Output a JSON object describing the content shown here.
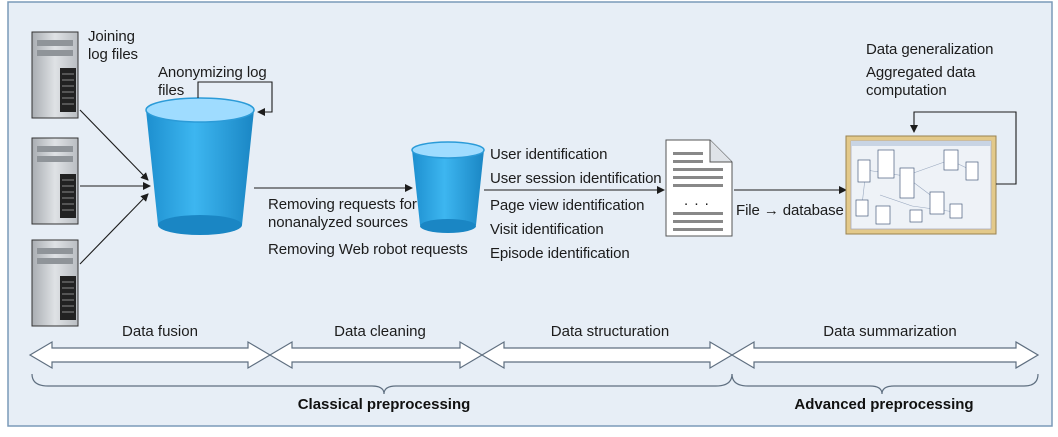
{
  "colors": {
    "background": "#e7eef6",
    "border": "#7a9ab8",
    "bucket": "#29a5e6",
    "bucket_rim": "#9fdcff",
    "server_body": "#cfd2d6",
    "arrow_fill": "#ffffff",
    "text": "#1c1c1c"
  },
  "labels": {
    "joining": [
      "Joining",
      "log files"
    ],
    "anonymizing": [
      "Anonymizing log",
      "files"
    ],
    "removing_requests": [
      "Removing requests for",
      "nonanalyzed sources"
    ],
    "removing_robots": "Removing Web robot requests",
    "structuring_steps": [
      "User identification",
      "User session identification",
      "Page view identification",
      "Visit identification",
      "Episode identification"
    ],
    "document_dots": ". . .",
    "file_to_database": "File → database",
    "generalization": [
      "Data generalization",
      "Aggregated data",
      "computation"
    ]
  },
  "phases": [
    "Data fusion",
    "Data cleaning",
    "Data structuration",
    "Data summarization"
  ],
  "groups": [
    "Classical preprocessing",
    "Advanced preprocessing"
  ],
  "icons": [
    "server-icon",
    "bucket-icon",
    "document-icon",
    "database-schema-icon"
  ]
}
